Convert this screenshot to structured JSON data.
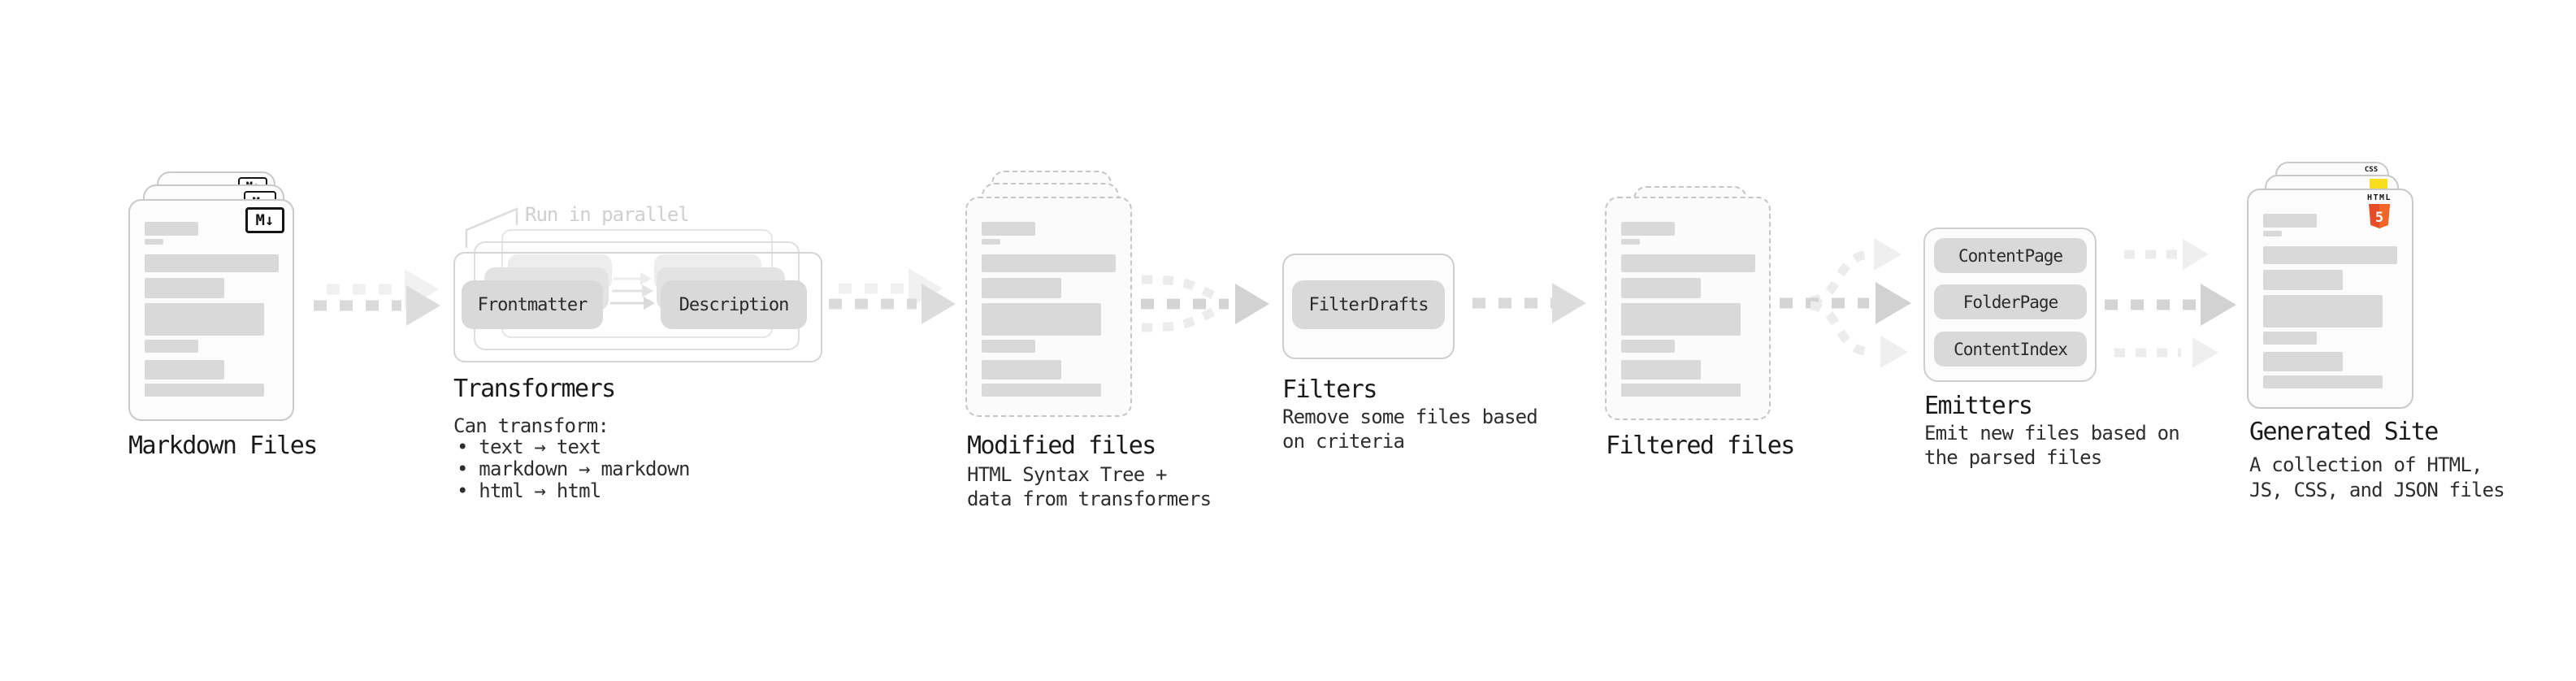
{
  "nodes": {
    "markdown_files": {
      "label": "Markdown Files",
      "badge": "M↓"
    },
    "transformers": {
      "label": "Transformers",
      "callout": "Run in parallel",
      "pill_frontmatter": "Frontmatter",
      "pill_description": "Description",
      "heading": "Can transform:",
      "bullets": [
        "• text → text",
        "• markdown → markdown",
        "• html → html"
      ]
    },
    "modified_files": {
      "label": "Modified files",
      "lines": [
        "HTML Syntax Tree +",
        "data from transformers"
      ]
    },
    "filters": {
      "label": "Filters",
      "pill": "FilterDrafts",
      "lines": [
        "Remove some files based",
        "on criteria"
      ]
    },
    "filtered_files": {
      "label": "Filtered files"
    },
    "emitters": {
      "label": "Emitters",
      "pills": [
        "ContentPage",
        "FolderPage",
        "ContentIndex"
      ],
      "lines": [
        "Emit new files based on",
        "the parsed files"
      ]
    },
    "generated_site": {
      "label": "Generated Site",
      "lines": [
        "A collection of HTML,",
        "JS, CSS, and JSON files"
      ],
      "badge_css": "CSS",
      "badge_html": "HTML",
      "badge_html_number": "5"
    }
  },
  "colors": {
    "html5_orange": "#E44D26",
    "html5_orange_light": "#F16529",
    "js_yellow": "#F7DF1E",
    "css_blue": "#2965F1",
    "pill_gray": "#d9d9d9",
    "bar_gray": "#d9d9d9",
    "arrow_gray": "#dadada"
  }
}
